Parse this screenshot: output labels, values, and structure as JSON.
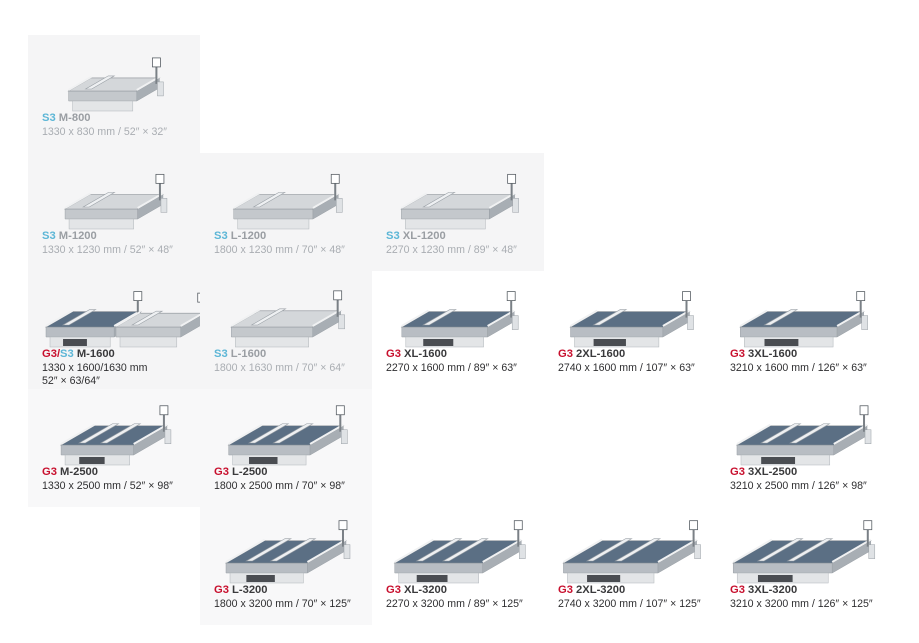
{
  "cells": [
    {
      "id": "s3-m-800",
      "col": 0,
      "row": 0,
      "series": "S3",
      "model": "M-800",
      "dims": "1330 x 830 mm / 52″ × 32″",
      "kind": "s3",
      "size": 0.62,
      "len": 0.85
    },
    {
      "id": "s3-m-1200",
      "col": 0,
      "row": 1,
      "series": "S3",
      "model": "M-1200",
      "dims": "1330 x 1230 mm / 52″ × 48″",
      "kind": "s3",
      "size": 0.66,
      "len": 0.95
    },
    {
      "id": "s3-l-1200",
      "col": 1,
      "row": 1,
      "series": "S3",
      "model": "L-1200",
      "dims": "1800 x 1230 mm / 70″ × 48″",
      "kind": "s3",
      "size": 0.72,
      "len": 0.95
    },
    {
      "id": "s3-xl-1200",
      "col": 2,
      "row": 1,
      "series": "S3",
      "model": "XL-1200",
      "dims": "2270 x 1230 mm / 89″ × 48″",
      "kind": "s3",
      "size": 0.8,
      "len": 0.95
    },
    {
      "id": "g3s3-m-1600",
      "col": 0,
      "row": 2,
      "series": "G3/S3",
      "model": "M-1600",
      "dims": "1330 x 1600/1630 mm",
      "dims2": "52″ × 63/64″",
      "kind": "combo",
      "size": 0.62,
      "len": 1.0
    },
    {
      "id": "s3-l-1600",
      "col": 1,
      "row": 2,
      "series": "S3",
      "model": "L-1600",
      "dims": "1800 x 1630 mm / 70″ × 64″",
      "kind": "s3",
      "size": 0.74,
      "len": 1.05
    },
    {
      "id": "g3-xl-1600",
      "col": 2,
      "row": 2,
      "series": "G3",
      "model": "XL-1600",
      "dims": "2270 x 1600 mm / 89″ × 63″",
      "kind": "g3",
      "size": 0.78,
      "len": 1.0
    },
    {
      "id": "g3-2xl-1600",
      "col": 3,
      "row": 2,
      "series": "G3",
      "model": "2XL-1600",
      "dims": "2740 x 1600 mm / 107″ × 63″",
      "kind": "g3",
      "size": 0.84,
      "len": 1.0
    },
    {
      "id": "g3-3xl-1600",
      "col": 4,
      "row": 2,
      "series": "G3",
      "model": "3XL-1600",
      "dims": "3210 x 1600 mm / 126″ × 63″",
      "kind": "g3",
      "size": 0.88,
      "len": 1.0
    },
    {
      "id": "g3-m-2500",
      "col": 0,
      "row": 3,
      "series": "G3",
      "model": "M-2500",
      "dims": "1330 x 2500 mm / 52″ × 98″",
      "kind": "g3",
      "size": 0.66,
      "len": 1.25
    },
    {
      "id": "g3-l-2500",
      "col": 1,
      "row": 3,
      "series": "G3",
      "model": "L-2500",
      "dims": "1800 x 2500 mm / 70″ × 98″",
      "kind": "g3",
      "size": 0.74,
      "len": 1.25
    },
    {
      "id": "g3-3xl-2500",
      "col": 4,
      "row": 3,
      "series": "G3",
      "model": "3XL-2500",
      "dims": "3210 x 2500 mm / 126″ × 98″",
      "kind": "g3",
      "size": 0.88,
      "len": 1.25
    },
    {
      "id": "g3-l-3200",
      "col": 1,
      "row": 4,
      "series": "G3",
      "model": "L-3200",
      "dims": "1800 x 3200 mm / 70″ × 125″",
      "kind": "g3",
      "size": 0.74,
      "len": 1.45
    },
    {
      "id": "g3-xl-3200",
      "col": 2,
      "row": 4,
      "series": "G3",
      "model": "XL-3200",
      "dims": "2270 x 3200 mm / 89″ × 125″",
      "kind": "g3",
      "size": 0.8,
      "len": 1.45
    },
    {
      "id": "g3-2xl-3200",
      "col": 3,
      "row": 4,
      "series": "G3",
      "model": "2XL-3200",
      "dims": "2740 x 3200 mm / 107″ × 125″",
      "kind": "g3",
      "size": 0.86,
      "len": 1.45
    },
    {
      "id": "g3-3xl-3200",
      "col": 4,
      "row": 4,
      "series": "G3",
      "model": "3XL-3200",
      "dims": "3210 x 3200 mm / 126″ × 125″",
      "kind": "g3",
      "size": 0.9,
      "len": 1.45
    }
  ],
  "colors": {
    "g3": "#c8102e",
    "s3": "#5cb6d6",
    "g3_table": "#5b6f84",
    "s3_table": "#d4d7da"
  }
}
